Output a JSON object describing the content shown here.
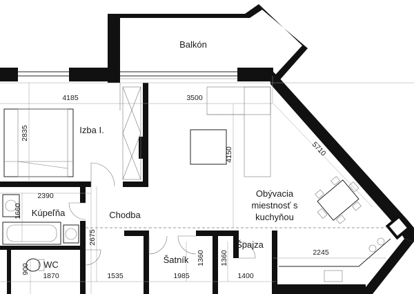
{
  "rooms": {
    "balkon": "Balkón",
    "izba": "Izba I.",
    "kupelna": "Kúpeľňa",
    "chodba": "Chodba",
    "obyvacia_line1": "Obývacia",
    "obyvacia_line2": "miestnosť s",
    "obyvacia_line3": "kuchyňou",
    "satnik": "Šatník",
    "spajza": "Špajza",
    "wc": "WC"
  },
  "dimensions": {
    "izba_width": "4185",
    "izba_depth": "2835",
    "living_width": "3500",
    "living_depth": "4150",
    "diagonal": "5710",
    "kupelna_width": "2390",
    "kupelna_depth": "1660",
    "chodba_depth": "2675",
    "kitchen_width": "2245",
    "satnik_height": "1360",
    "spajza_height": "1360",
    "wc_height": "900",
    "wc_width": "1870",
    "chodba_width": "1535",
    "satnik_width": "1985",
    "spajza_width": "1400"
  }
}
